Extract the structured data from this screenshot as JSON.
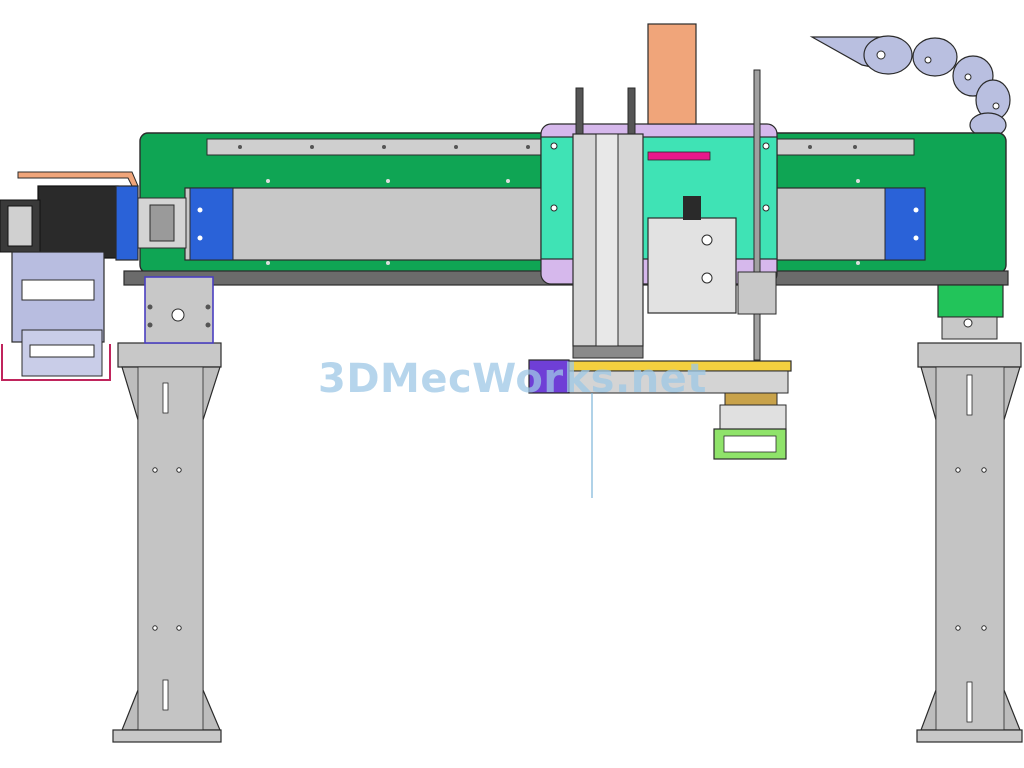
{
  "watermark": {
    "text": "3DMecWorks.net"
  },
  "colors": {
    "background": "#ffffff",
    "outline": "#2b2b2b",
    "beam_green": "#0fa554",
    "carriage_mint": "#3fe3b5",
    "lavender": "#d6b8ec",
    "rail_gray": "#c8c8c8",
    "column_gray": "#bdbdbd",
    "motor_black": "#2a2a2a",
    "blue": "#2a62d8",
    "orange": "#f0a57a",
    "yellow": "#f4d03f",
    "purple": "#6f3fd6",
    "lime": "#8fe36a",
    "magenta": "#e8198b",
    "cable_chain": "#b9bfe0",
    "watermark": "#9ec8e6"
  },
  "components": [
    {
      "name": "gantry-beam",
      "color": "beam_green"
    },
    {
      "name": "linear-guide-rail",
      "color": "rail_gray"
    },
    {
      "name": "servo-motor",
      "color": "motor_black"
    },
    {
      "name": "motor-coupling",
      "color": "blue"
    },
    {
      "name": "z-axis-carriage",
      "color": "carriage_mint"
    },
    {
      "name": "carriage-back-plate",
      "color": "lavender"
    },
    {
      "name": "pneumatic-cylinder",
      "color": "rail_gray"
    },
    {
      "name": "gripper-arm-plate",
      "color": "yellow"
    },
    {
      "name": "gripper-fingers",
      "color": "lime"
    },
    {
      "name": "cable-chain",
      "color": "cable_chain"
    },
    {
      "name": "support-column-left",
      "color": "column_gray"
    },
    {
      "name": "support-column-right",
      "color": "column_gray"
    },
    {
      "name": "cable-cover",
      "color": "orange"
    }
  ]
}
